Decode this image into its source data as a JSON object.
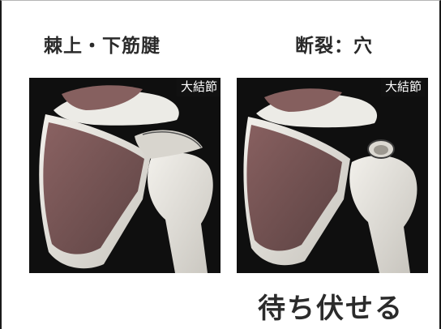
{
  "slide": {
    "left_heading": "棘上・下筋腱",
    "right_heading": "断裂：穴",
    "left_panel_tag": "大結節",
    "right_panel_tag": "大結節",
    "caption": "待ち伏せる"
  },
  "colors": {
    "panel_background": "#0f0f0f",
    "muscle": "#7d5a5a",
    "bone": "#e9e7e2"
  }
}
